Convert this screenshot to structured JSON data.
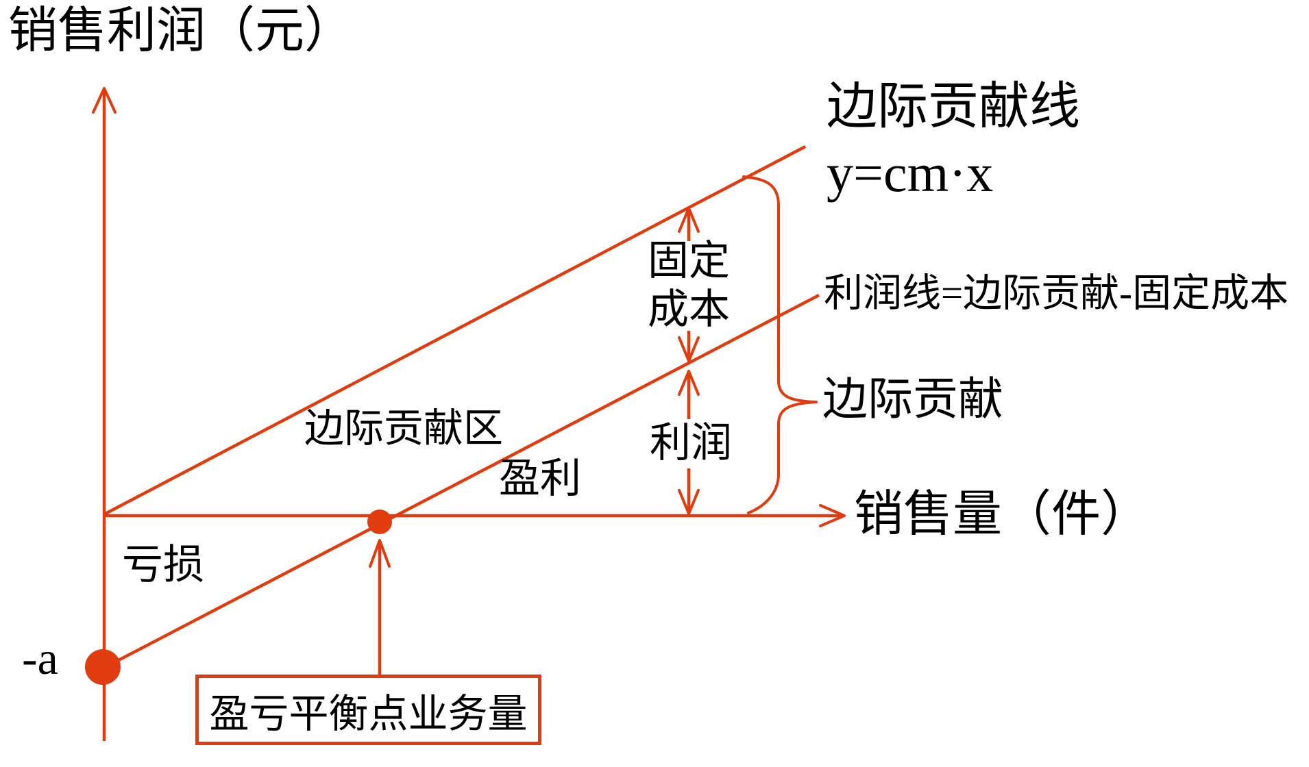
{
  "colors": {
    "accent": "#e03c10",
    "text": "#000000",
    "background": "#ffffff"
  },
  "axes": {
    "y_label": "销售利润（元）",
    "x_label": "销售量（件）",
    "y_intercept_label": "-a"
  },
  "lines": {
    "contribution_name": "边际贡献线",
    "contribution_equation": "y=cm·x",
    "profit_name": "利润线=边际贡献-固定成本"
  },
  "annotations": {
    "fixed_cost_line1": "固定",
    "fixed_cost_line2": "成本",
    "profit_span": "利润",
    "contribution_brace": "边际贡献",
    "contribution_region": "边际贡献区",
    "gain_region": "盈利",
    "loss_region": "亏损",
    "breakeven_box": "盈亏平衡点业务量"
  }
}
